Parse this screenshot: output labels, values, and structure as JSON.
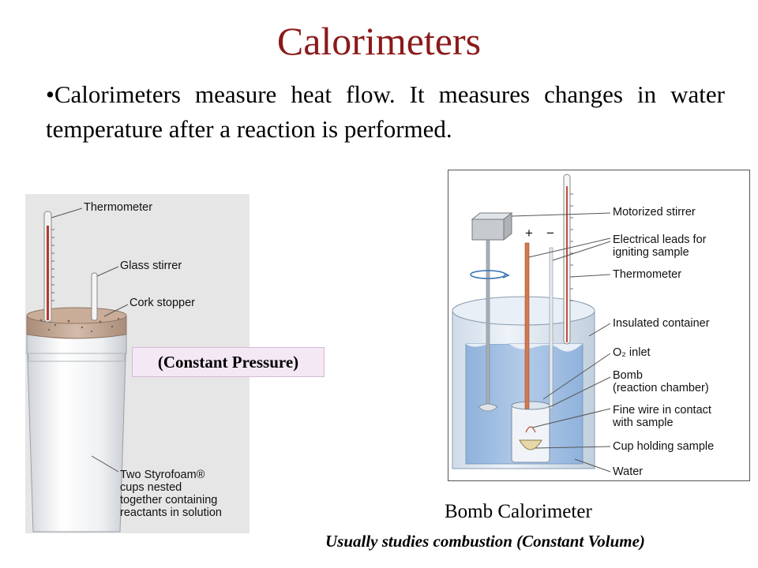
{
  "title": "Calorimeters",
  "bullet": "•Calorimeters measure heat flow.  It measures changes in water temperature after a reaction is performed.",
  "coffee_cup": {
    "callouts": {
      "thermometer": "Thermometer",
      "glass_stirrer": "Glass stirrer",
      "cork_stopper": "Cork stopper",
      "cups_line1": "Two Styrofoam®",
      "cups_line2": "cups nested",
      "cups_line3": "together containing",
      "cups_line4": "reactants in solution"
    },
    "pressure_label": "(Constant Pressure)"
  },
  "bomb": {
    "callouts": {
      "motorized_stirrer": "Motorized stirrer",
      "leads_line1": "Electrical leads for",
      "leads_line2": "igniting sample",
      "thermometer": "Thermometer",
      "insulated_container": "Insulated container",
      "o2_inlet": "O₂ inlet",
      "bomb_line1": "Bomb",
      "bomb_line2": "(reaction chamber)",
      "wire_line1": "Fine wire in contact",
      "wire_line2": "with sample",
      "cup_holding": "Cup holding sample",
      "water": "Water"
    },
    "plus": "+",
    "minus": "−",
    "caption": "Bomb Calorimeter",
    "subcaption": "Usually studies combustion  (Constant Volume)"
  }
}
